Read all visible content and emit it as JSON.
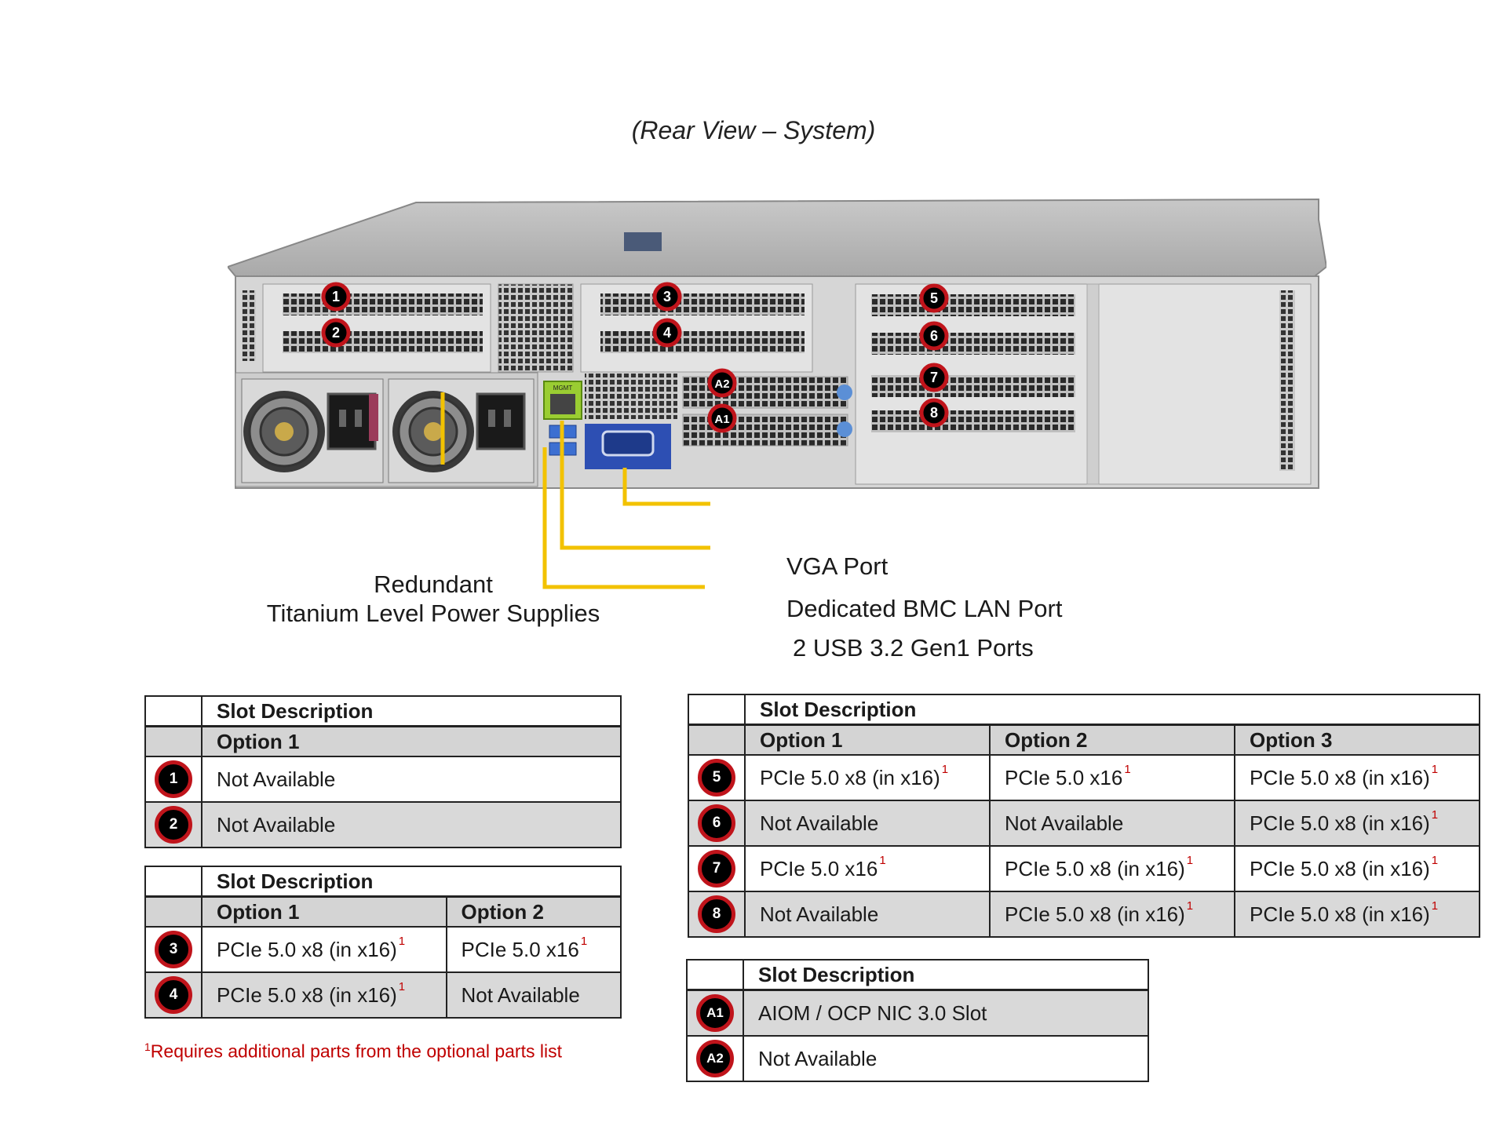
{
  "title": "(Rear View – System)",
  "callouts": {
    "psu_line1": "Redundant",
    "psu_line2": "Titanium Level Power Supplies",
    "vga": "VGA Port",
    "bmc": "Dedicated BMC LAN Port",
    "usb": "2 USB 3.2 Gen1 Ports"
  },
  "chassis_labels": {
    "mgmt": "MGMT",
    "badges": [
      "1",
      "2",
      "3",
      "4",
      "5",
      "6",
      "7",
      "8",
      "A1",
      "A2"
    ]
  },
  "tables": {
    "t12": {
      "header": "Slot Description",
      "options": [
        "Option 1"
      ],
      "rows": [
        {
          "badge": "1",
          "cells": [
            "Not Available"
          ]
        },
        {
          "badge": "2",
          "cells": [
            "Not Available"
          ]
        }
      ]
    },
    "t34": {
      "header": "Slot Description",
      "options": [
        "Option 1",
        "Option 2"
      ],
      "rows": [
        {
          "badge": "3",
          "cells": [
            "PCIe 5.0 x8 (in x16)",
            "PCIe 5.0 x16"
          ]
        },
        {
          "badge": "4",
          "cells": [
            "PCIe 5.0 x8 (in x16)",
            "Not Available"
          ]
        }
      ]
    },
    "t58": {
      "header": "Slot Description",
      "options": [
        "Option 1",
        "Option 2",
        "Option 3"
      ],
      "rows": [
        {
          "badge": "5",
          "cells": [
            "PCIe 5.0 x8 (in x16)",
            "PCIe 5.0 x16",
            "PCIe 5.0 x8 (in x16)"
          ]
        },
        {
          "badge": "6",
          "cells": [
            "Not Available",
            "Not Available",
            "PCIe 5.0 x8 (in x16)"
          ]
        },
        {
          "badge": "7",
          "cells": [
            "PCIe 5.0 x16",
            "PCIe 5.0 x8 (in x16)",
            "PCIe 5.0 x8 (in x16)"
          ]
        },
        {
          "badge": "8",
          "cells": [
            "Not Available",
            "PCIe 5.0 x8 (in x16)",
            "PCIe 5.0 x8 (in x16)"
          ]
        }
      ]
    },
    "tA": {
      "header": "Slot Description",
      "rows": [
        {
          "badge": "A1",
          "cells": [
            "AIOM / OCP NIC 3.0 Slot"
          ]
        },
        {
          "badge": "A2",
          "cells": [
            "Not Available"
          ]
        }
      ]
    }
  },
  "footnote_mark": "1",
  "footnote": "Requires additional parts from the optional parts list",
  "colors": {
    "badge_ring": "#c0141b",
    "leader": "#f2c200",
    "footnote": "#c00000",
    "vga_blue": "#2d4fb3"
  }
}
